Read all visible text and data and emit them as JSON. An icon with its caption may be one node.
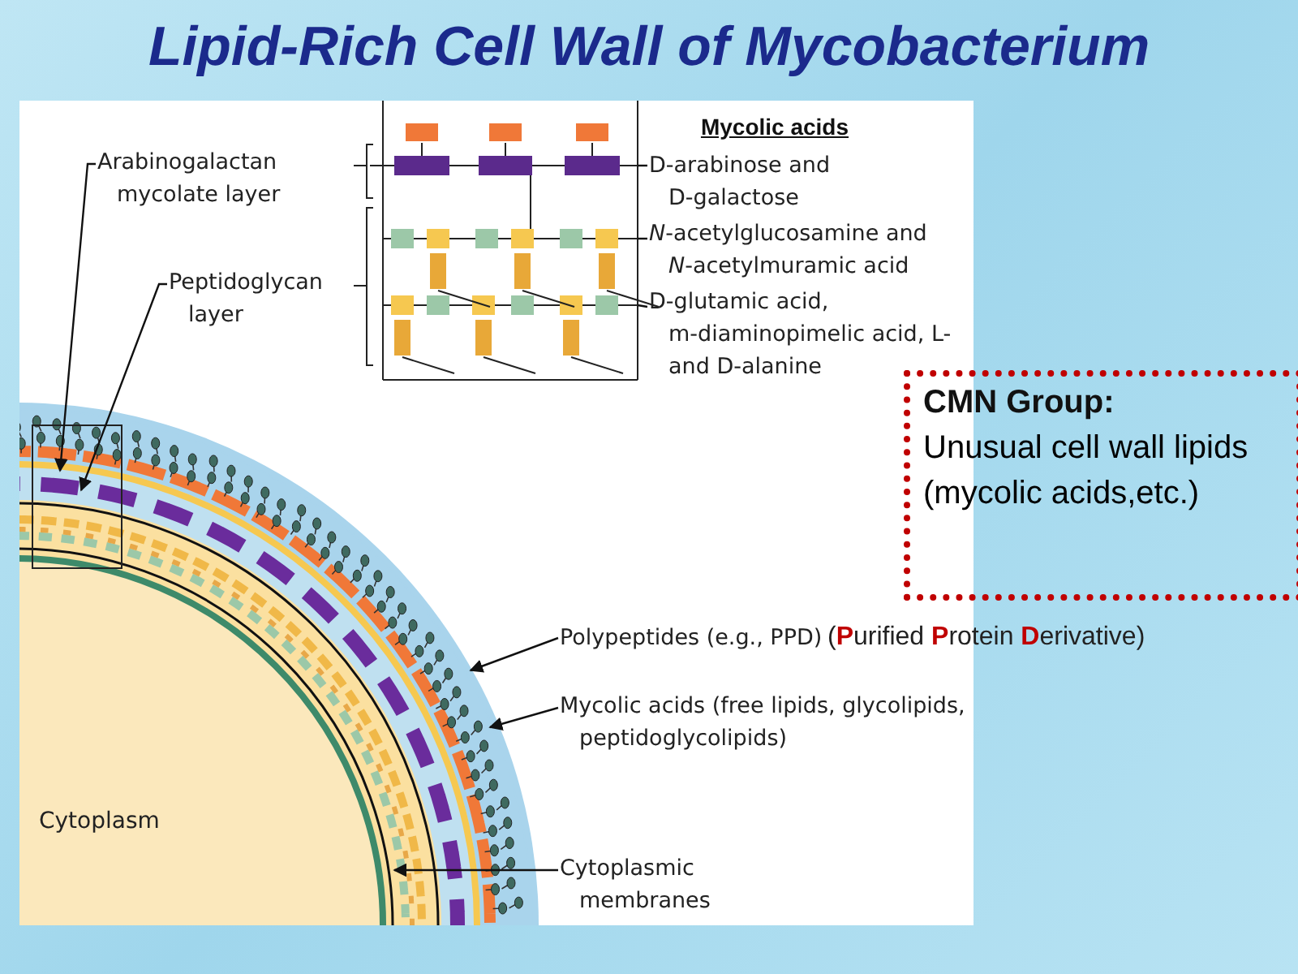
{
  "diagram": {
    "title": "Lipid-Rich Cell Wall of Mycobacterium",
    "nodes": [
      {
        "text": [
          "Arabinogalactan mycolate layer"
        ]
      },
      {
        "text": [
          "Peptidoglycan layer"
        ]
      },
      {
        "text": [
          "D-arabinose and D-galactose"
        ]
      },
      {
        "text": [
          "*N*-acetylglucosamine and *N*-acetylmuramic acid"
        ]
      },
      {
        "text": [
          "D-glutamic acid, m-diaminopimelic acid, L- and D-alanine"
        ]
      },
      {
        "text": [
          "Polypeptides (e.g., PPD)"
        ]
      },
      {
        "text": [
          "Mycolic acids (free lipids, glycolipids, peptidoglycolipids)"
        ]
      },
      {
        "text": [
          "Cytoplasmic membranes"
        ]
      },
      {
        "text": [
          "CMN Group:",
          "Unusual cell wall lipids (mycolic acids,etc.)"
        ]
      }
    ],
    "edges": [
      {
        "from": 0,
        "to": null,
        "arrow": "to"
      },
      {
        "from": 1,
        "to": null,
        "arrow": "to"
      },
      {
        "from": 2,
        "to": null,
        "arrow": "none"
      },
      {
        "from": 3,
        "to": null,
        "arrow": "none"
      },
      {
        "from": 4,
        "to": null,
        "arrow": "none"
      },
      {
        "from": 5,
        "to": null,
        "arrow": "to"
      },
      {
        "from": 6,
        "to": null,
        "arrow": "to"
      },
      {
        "from": 7,
        "to": null,
        "arrow": "to"
      }
    ],
    "labels": [
      "Mycolic acids",
      "(**P**urified **P**rotein **D**erivative)",
      "Cytoplasm"
    ]
  }
}
